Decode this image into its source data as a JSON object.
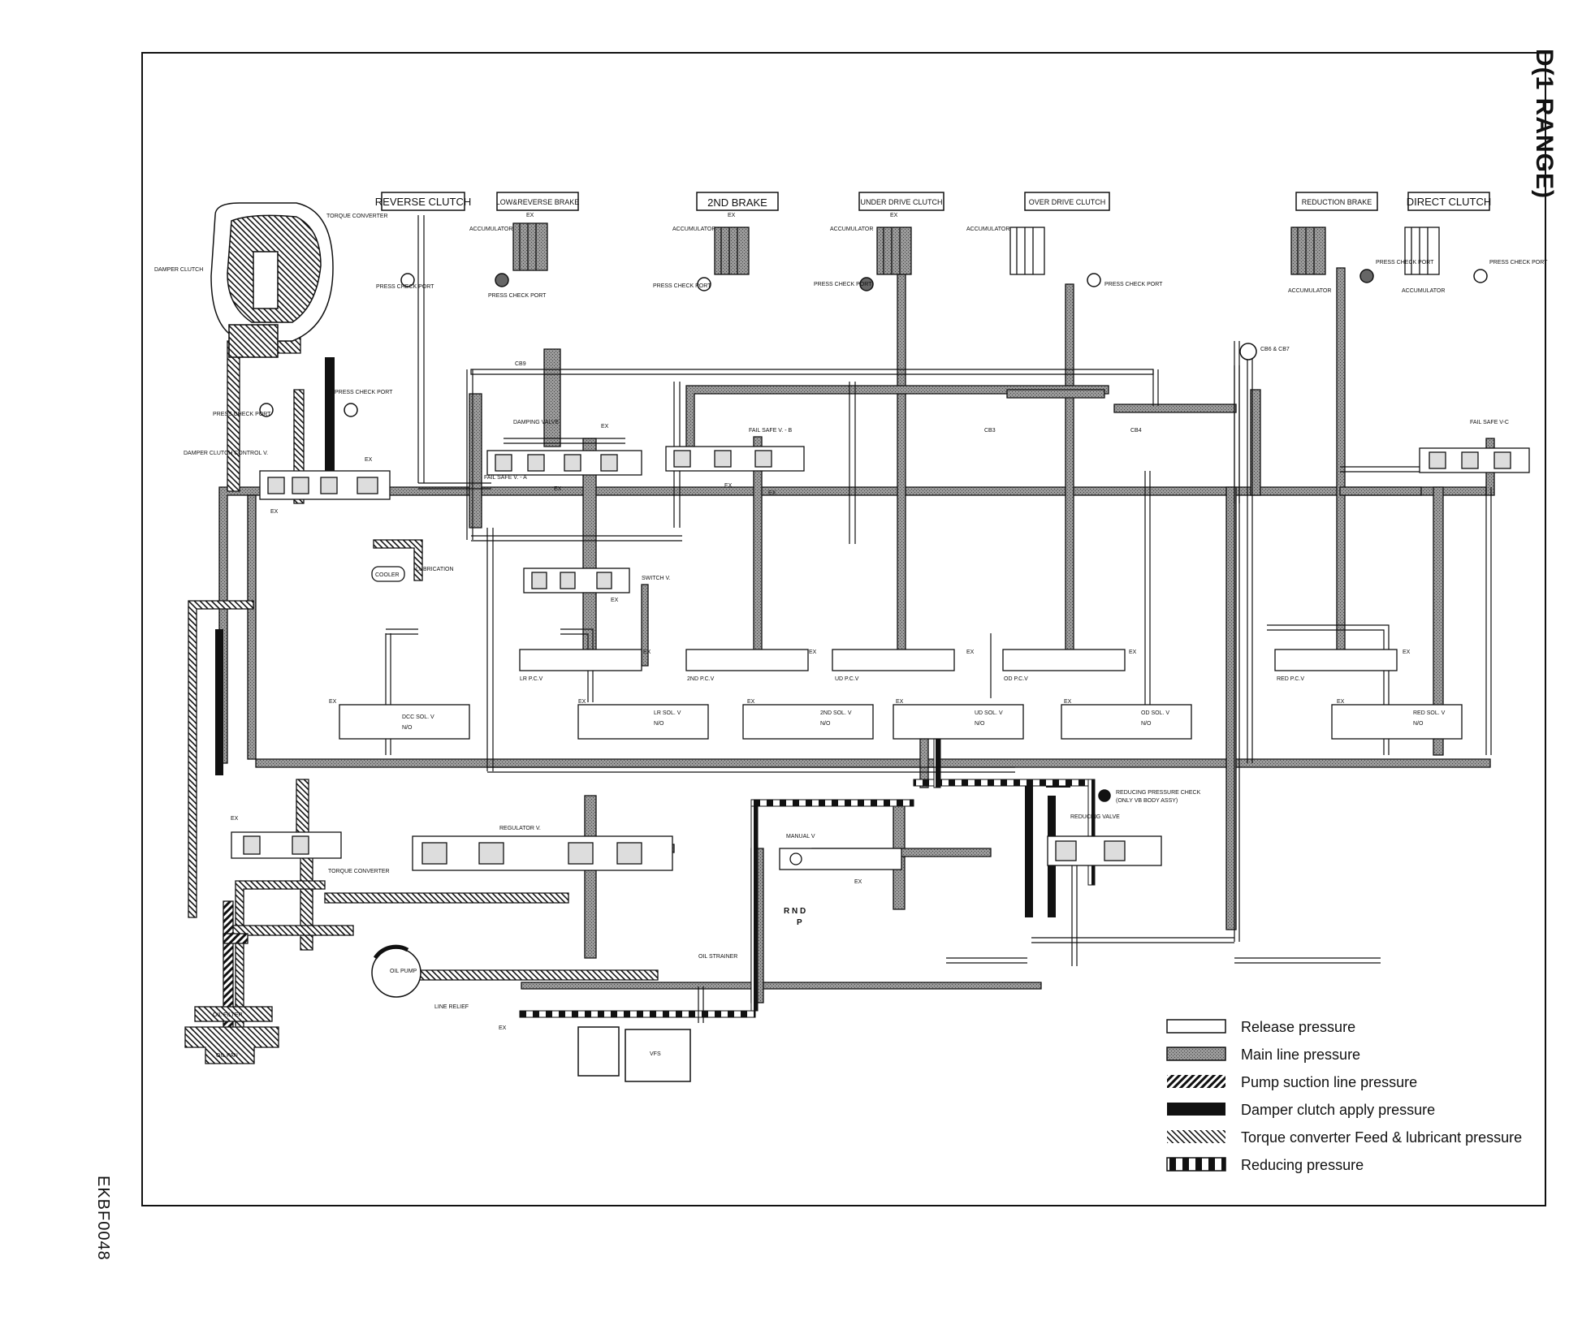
{
  "title": "D(1 RANGE)",
  "figure_code": "EKBF0048",
  "headers": {
    "reverse_clutch": "REVERSE CLUTCH",
    "low_reverse_brake": "LOW&REVERSE BRAKE",
    "second_brake": "2ND BRAKE",
    "under_drive_clutch": "UNDER DRIVE CLUTCH",
    "over_drive_clutch": "OVER DRIVE CLUTCH",
    "reduction_brake": "REDUCTION BRAKE",
    "direct_clutch": "DIRECT CLUTCH"
  },
  "labels": {
    "torque_converter": "TORQUE CONVERTER",
    "damper_clutch": "DAMPER CLUTCH",
    "press_check_port": "PRESS CHECK PORT",
    "accumulator": "ACCUMULATOR",
    "ex": "EX",
    "damper_clutch_control_v": "DAMPER CLUTCH CONTROL V.",
    "fail_safe_a": "FAIL SAFE V. - A",
    "fail_safe_b": "FAIL SAFE V. - B",
    "fail_safe_c": "FAIL SAFE  V-C",
    "damping_valve": "DAMPING VALVE",
    "cb9": "CB9",
    "cb3": "CB3",
    "cb4": "CB4",
    "cb6_cb7": "CB6 & CB7",
    "switch_v": "SWITCH  V.",
    "cooler": "COOLER",
    "lubrication": "LUBRICATION",
    "lr_pcv": "LR P.C.V",
    "second_pcv": "2ND P.C.V",
    "ud_pcv": "UD P.C.V",
    "od_pcv": "OD P.C.V",
    "red_pcv": "RED P.C.V",
    "dcc_sol": "DCC SOL. V",
    "lr_sol": "LR SOL. V",
    "second_sol": "2ND SOL. V",
    "ud_sol": "UD SOL. V",
    "od_sol": "OD SOL. V",
    "red_sol": "RED SOL. V",
    "no": "N/O",
    "regulator_v": "REGULATOR V.",
    "manual_v": "MANUAL  V",
    "reducing_valve": "REDUCING VALVE",
    "reducing_check": "REDUCING PRESSURE CHECK",
    "reducing_check_note": "(ONLY VB BODY ASSY)",
    "torque_converter_lower": "TORQUE CONVERTER",
    "oil_pump": "OIL PUMP",
    "line_relief": "LINE RELIEF",
    "oil_strainer": "OIL STRAINER",
    "oil_filter": "OIL FILTER",
    "oil_pan": "OIL PAN",
    "vfs": "VFS",
    "rnd": "R N D",
    "p": "P"
  },
  "legend": [
    {
      "label": "Release pressure",
      "pattern": "release"
    },
    {
      "label": "Main line pressure",
      "pattern": "main"
    },
    {
      "label": "Pump suction line pressure",
      "pattern": "suction"
    },
    {
      "label": "Damper clutch apply pressure",
      "pattern": "damper"
    },
    {
      "label": "Torque converter Feed & lubricant pressure",
      "pattern": "tcfeed"
    },
    {
      "label": "Reducing pressure",
      "pattern": "reducing"
    }
  ],
  "colors": {
    "line": "#111111",
    "main_fill": "#8c8c8c",
    "background": "#ffffff"
  }
}
